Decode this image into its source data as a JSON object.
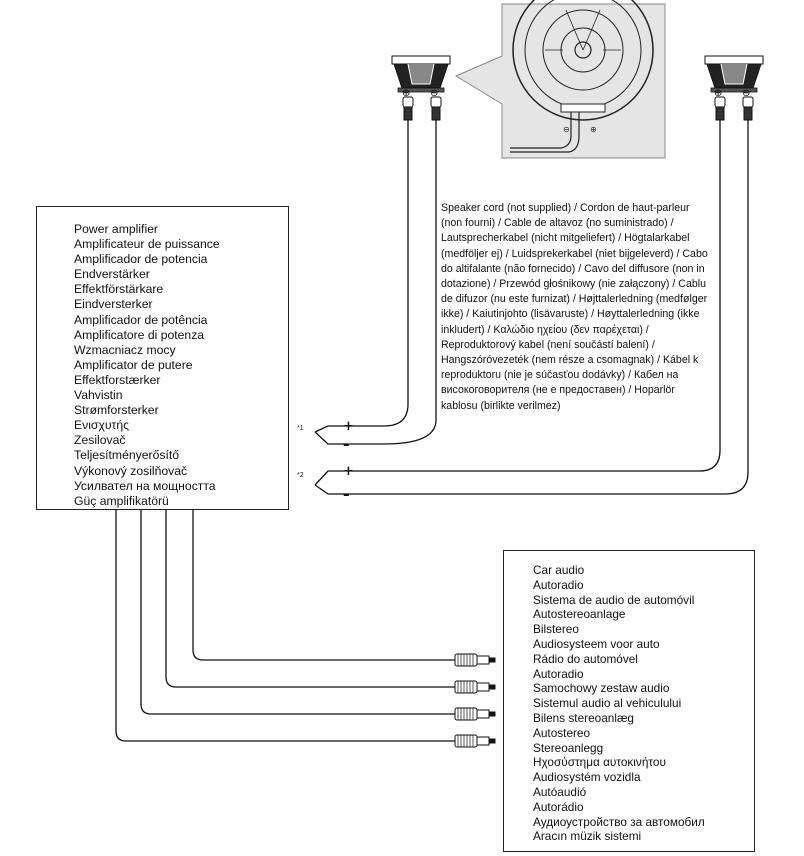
{
  "amplifier": {
    "labels": [
      "Power amplifier",
      "Amplificateur de puissance",
      "Amplificador de potencia",
      "Endverstärker",
      "Effektförstärkare",
      "Eindversterker",
      "Amplificador de potência",
      "Amplificatore di potenza",
      "Wzmacniacz mocy",
      "Amplificator de putere",
      "Effektforstærker",
      "Vahvistin",
      "Strømforsterker",
      "Ενισχυτής",
      "Zesilovač",
      "Teljesítményerősítő",
      "Výkonový zosilňovač",
      "Усилвател на мощността",
      "Güç amplifikatörü"
    ]
  },
  "car_audio": {
    "labels": [
      "Car audio",
      "Autoradio",
      "Sistema de audio de automóvil",
      "Autostereoanlage",
      "Bilstereo",
      "Audiosysteem voor auto",
      "Rádio do automóvel",
      "Autoradio",
      "Samochowy zestaw audio",
      "Sistemul audio al vehiculului",
      "Bilens stereoanlæg",
      "Autostereo",
      "Stereoanlegg",
      "Ηχοσύστημα αυτοκινήτου",
      "Audiosystém vozidla",
      "Autóaudió",
      "Autorádio",
      "Аудиоустройство за автомобил",
      "Aracın müzik sistemi"
    ]
  },
  "speaker_cord": {
    "text": "Speaker cord (not supplied) / Cordon de haut-parleur (non fourni) / Cable de altavoz (no suministrado) / Lautsprecherkabel (nicht mitgeliefert) / Högtalarkabel (medföljer ej) / Luidsprekerkabel (niet bijgeleverd) / Cabo do altifalante (não fornecido) / Cavo del diffusore (non in dotazione) / Przewód głośnikowy (nie załączony) / Cablu de difuzor (nu este furnizat) / Højttalerledning (medfølger ikke) / Kaiutinjohto (lisävaruste) / Høyttalerledning (ikke inkludert) / Καλώδιο ηχείου (δεν παρέχεται) / Reproduktorový kabel (není součástí balení) / Hangszóróvezeték (nem része a csomagnak) / Kábel k reproduktoru (nie je súčasťou dodávky) / Кабел на високоговорителя (не е предоставен) / Hoparlör kablosu (birlikte verilmez)"
  },
  "terminals": {
    "mark_1": "*1",
    "mark_2": "*2",
    "plus": "+",
    "minus": "–",
    "plus_symbol": "⊕",
    "minus_symbol": "⊖"
  }
}
